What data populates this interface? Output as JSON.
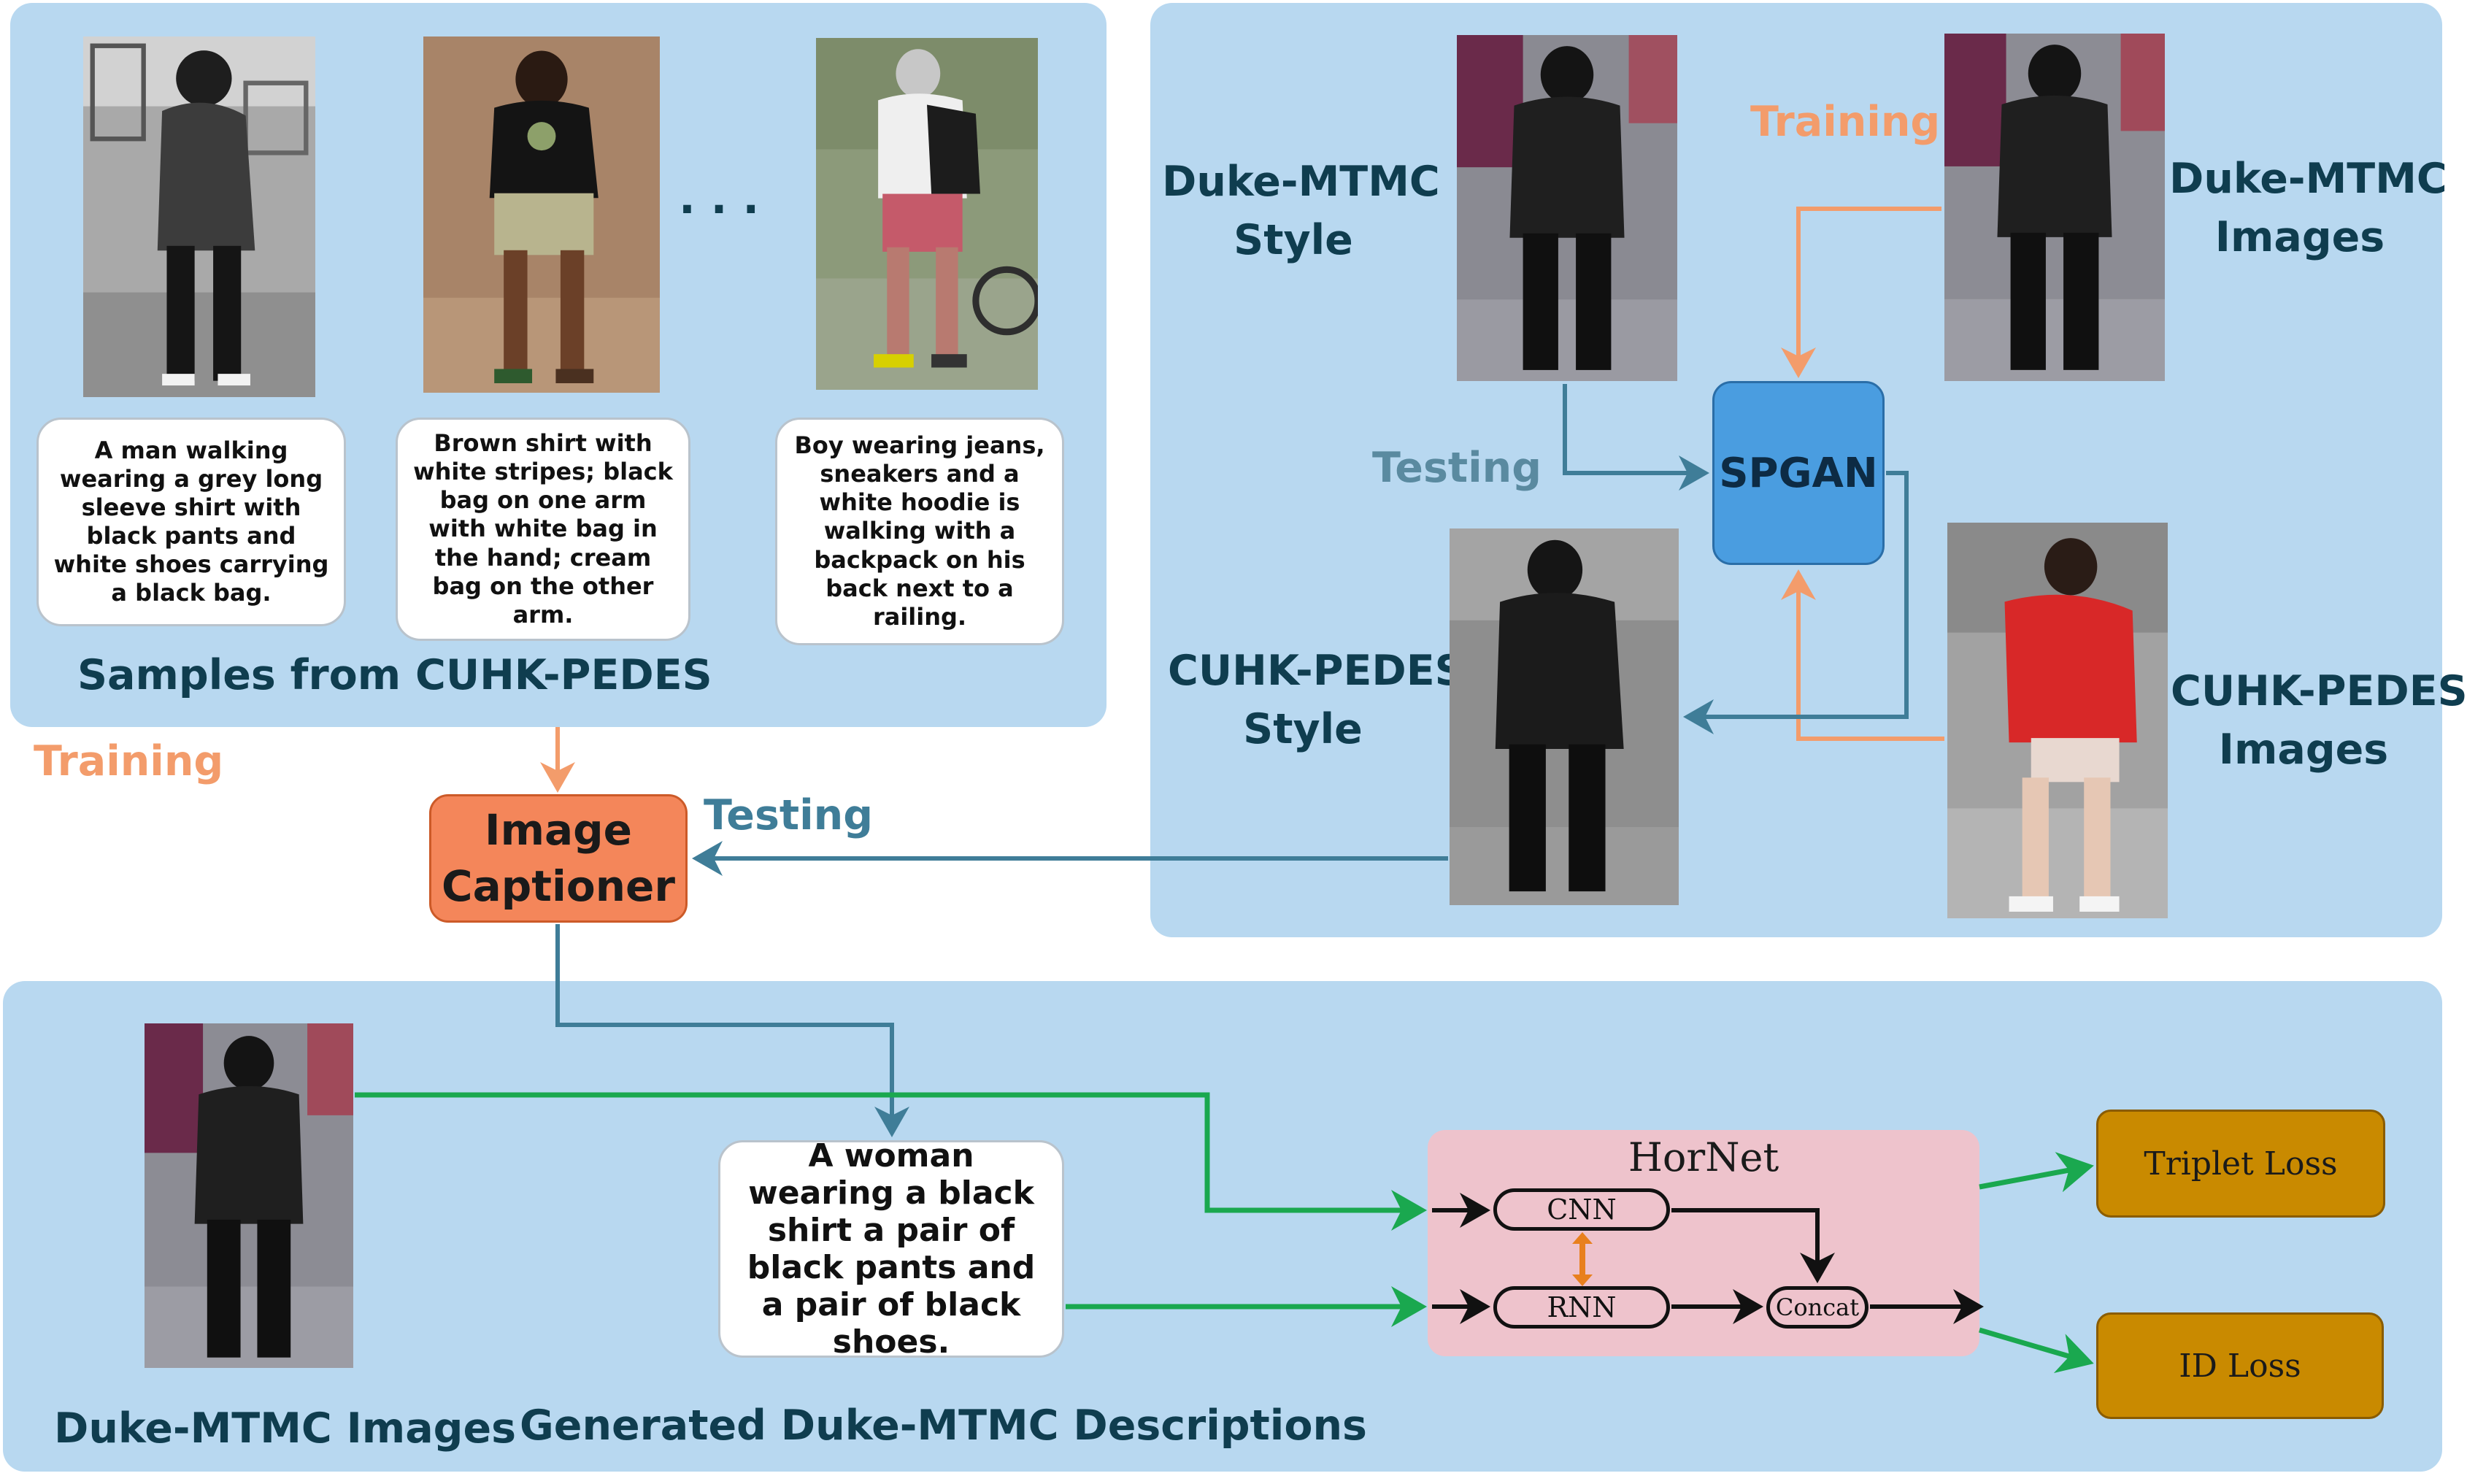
{
  "top_left_panel": {
    "title": "Samples from  CUHK-PEDES",
    "ellipsis": ". . .",
    "captions": [
      "A man walking wearing a grey long sleeve shirt with black pants and white shoes carrying a black bag.",
      "Brown shirt with white stripes; black bag on one arm with white bag in the hand; cream bag on the other arm.",
      "Boy wearing jeans, sneakers and a white hoodie is walking with a backpack on his back next to a railing."
    ]
  },
  "left_training_label": "Training",
  "image_captioner": {
    "line1": "Image",
    "line2": "Captioner"
  },
  "captioner_testing_label": "Testing",
  "top_right_panel": {
    "duke_style": {
      "line1": "Duke-MTMC",
      "line2": "Style"
    },
    "cuhk_style": {
      "line1": "CUHK-PEDES",
      "line2": "Style"
    },
    "duke_images": {
      "line1": "Duke-MTMC",
      "line2": "Images"
    },
    "cuhk_images": {
      "line1": "CUHK-PEDES",
      "line2": "Images"
    },
    "training_label": "Training",
    "testing_label": "Testing",
    "spgan_label": "SPGAN"
  },
  "bottom_panel": {
    "duke_images_label": "Duke-MTMC Images",
    "descriptions_label": "Generated Duke-MTMC Descriptions",
    "description_text": "A woman wearing a black shirt a pair of black pants and a pair of black shoes.",
    "hornet": {
      "title": "HorNet",
      "cnn": "CNN",
      "rnn": "RNN",
      "concat": "Concat"
    },
    "triplet_loss": "Triplet Loss",
    "id_loss": "ID Loss"
  },
  "colors": {
    "panel": "#b8d8f0",
    "orange_arrow": "#f39c6b",
    "teal_arrow": "#3f7d98",
    "green_arrow": "#1aa84f",
    "spgan_fill": "#4a9de0",
    "captioner_fill": "#f4865a",
    "hornet_fill": "#eec3cc",
    "loss_fill": "#c98a00"
  }
}
